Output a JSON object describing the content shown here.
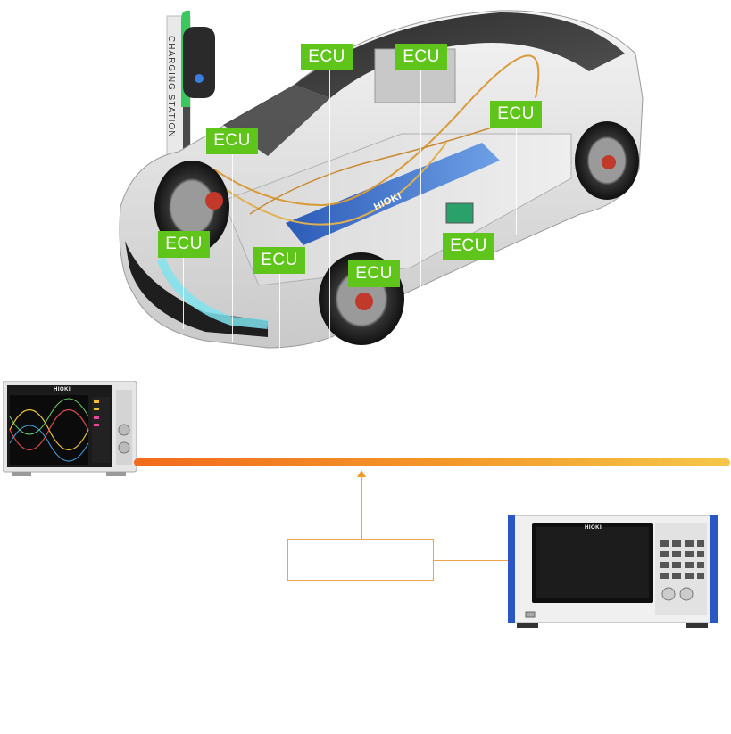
{
  "vehicle": {
    "station_label": "CHARGING STATION",
    "battery_brand": "HIOKI",
    "ecu_label": "ECU",
    "ecu_count": 8
  },
  "instruments": {
    "left_brand": "HIOKI",
    "right_brand": "HIOKI"
  },
  "colors": {
    "ecu_green": "#5fc51b",
    "bus_start": "#f26b1d",
    "bus_end": "#f6c74a",
    "connector": "#f5a04a"
  }
}
